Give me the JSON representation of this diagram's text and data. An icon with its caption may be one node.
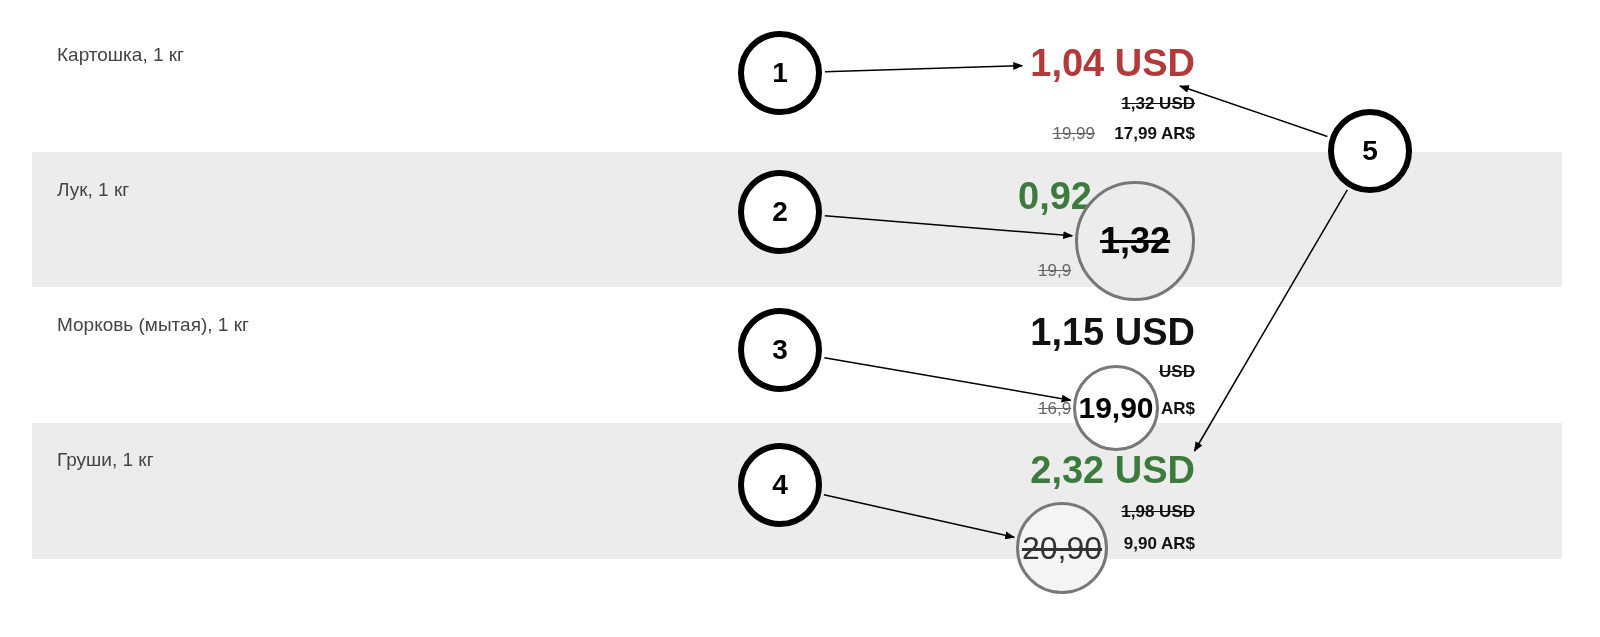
{
  "diagram": {
    "nodes": [
      {
        "text": [
          "1"
        ]
      },
      {
        "text": [
          "5"
        ]
      },
      {
        "text": [
          "2"
        ]
      },
      {
        "text": [
          "3"
        ]
      },
      {
        "text": [
          "4"
        ]
      },
      {
        "text": [
          "1,04 USD"
        ]
      },
      {
        "text": [
          "1,32"
        ]
      },
      {
        "text": [
          "19,90"
        ]
      },
      {
        "text": [
          "20,90"
        ]
      },
      {
        "text": [
          "2,32 USD"
        ]
      }
    ],
    "edges": [
      {
        "from": 0,
        "to": 5,
        "arrow": "to"
      },
      {
        "from": 1,
        "to": 5,
        "arrow": "to"
      },
      {
        "from": 2,
        "to": 6,
        "arrow": "to"
      },
      {
        "from": 3,
        "to": 7,
        "arrow": "to"
      },
      {
        "from": 4,
        "to": 8,
        "arrow": "to"
      },
      {
        "from": 1,
        "to": 9,
        "arrow": "to"
      }
    ],
    "labels": [
      "Картошка, 1 кг",
      "1,32 USD",
      "19,99",
      "17,99 AR$",
      "Лук, 1 кг",
      "0,92",
      "19,9",
      "Морковь (мытая), 1 кг",
      "1,15 USD",
      "USD",
      "16,9",
      "AR$",
      "Груши, 1 кг",
      "1,98 USD",
      "9,90 AR$"
    ]
  }
}
